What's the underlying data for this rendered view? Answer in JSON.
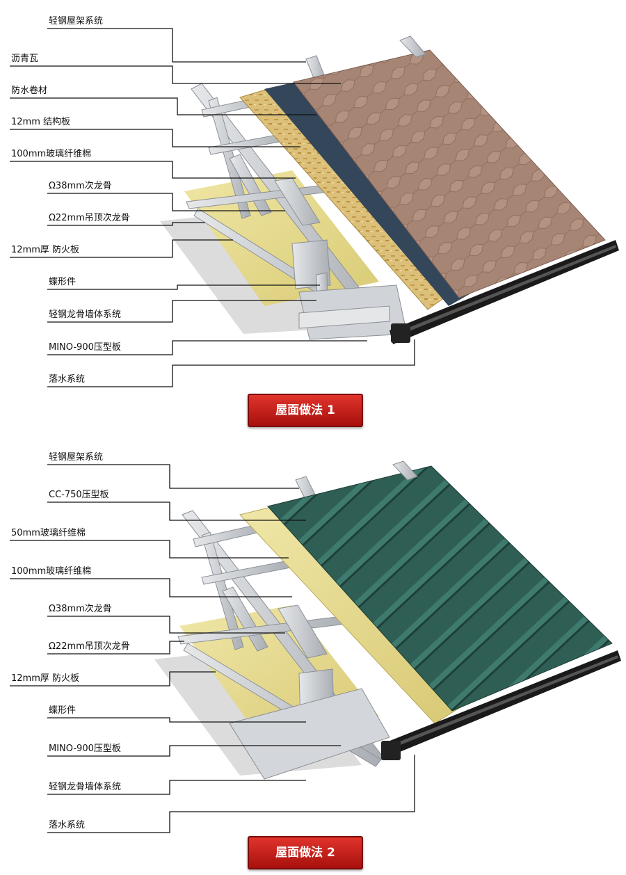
{
  "diagram1": {
    "caption": "屋面做法 1",
    "labels": [
      "轻钢屋架系统",
      "沥青瓦",
      "防水卷材",
      "12mm 结构板",
      "100mm玻璃纤维棉",
      "Ω38mm次龙骨",
      "Ω22mm吊顶次龙骨",
      "12mm厚 防火板",
      "蝶形件",
      "轻钢龙骨墙体系统",
      "MINO-900压型板",
      "落水系统"
    ]
  },
  "diagram2": {
    "caption": "屋面做法 2",
    "labels": [
      "轻钢屋架系统",
      "CC-750压型板",
      "50mm玻璃纤维棉",
      "100mm玻璃纤维棉",
      "Ω38mm次龙骨",
      "Ω22mm吊顶次龙骨",
      "12mm厚 防火板",
      "蝶形件",
      "MINO-900压型板",
      "轻钢龙骨墙体系统",
      "落水系统"
    ]
  },
  "colors": {
    "shingle": "#a78574",
    "membrane": "#33465a",
    "osb": "#dcc07a",
    "insulation": "#e7dc8e",
    "steel": "#c9ccd0",
    "metal_sheet": "#2f5e55",
    "gutter": "#1a1a1a",
    "badge": "#c4201a"
  }
}
